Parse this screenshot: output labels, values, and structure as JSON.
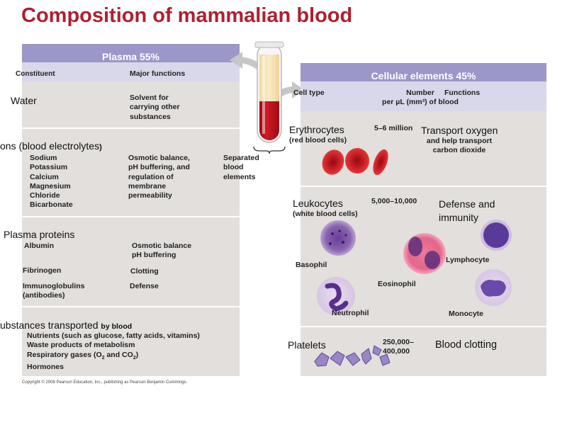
{
  "title": "Composition of mammalian blood",
  "plasma": {
    "header": "Plasma 55%",
    "col_constituent": "Constituent",
    "col_functions": "Major functions",
    "water": {
      "label": "Water",
      "function": "Solvent for\ncarrying other\nsubstances"
    },
    "ions": {
      "label": "ons (blood electrolytes",
      "label_paren": ")",
      "items": [
        "Sodium",
        "Potassium",
        "Calcium",
        "Magnesium",
        "Chloride",
        "Bicarbonate"
      ],
      "function": "Osmotic balance,\npH buffering, and\nregulation of\nmembrane\npermeability"
    },
    "proteins": {
      "label": "Plasma proteins",
      "albumin": "Albumin",
      "albumin_function": "Osmotic balance\npH buffering",
      "fibrinogen": "Fibrinogen",
      "fibrinogen_function": "Clotting",
      "immunoglobulins": "Immunoglobulins\n(antibodies)",
      "immunoglobulins_function": "Defense"
    },
    "transported": {
      "label": "ubstances transported",
      "label_suffix": "by blood",
      "items": [
        "Nutrients (such as glucose, fatty acids, vitamins)",
        "Waste products of metabolism",
        "Hormones"
      ],
      "gases_prefix": "Respiratory gases (O",
      "gases_mid": " and CO",
      "gases_suffix": ")",
      "subscript": "2"
    }
  },
  "separated_label": "Separated\nblood\nelements",
  "cellular": {
    "header": "Cellular elements 45%",
    "col_cell_type": "Cell type",
    "col_number": "Number\nper µL (mm³) of blood",
    "col_functions": "Functions",
    "erythrocytes": {
      "label": "Erythrocytes",
      "sublabel": "(red blood cells)",
      "number": "5–6 million",
      "function_main": "Transport oxygen",
      "function_sub": "and help transport\ncarbon dioxide"
    },
    "leukocytes": {
      "label": "Leukocytes",
      "sublabel": "(white blood cells)",
      "number": "5,000–10,000",
      "function": "Defense and\nimmunity",
      "cells": [
        "Basophil",
        "Lymphocyte",
        "Eosinophil",
        "Neutrophil",
        "Monocyte"
      ]
    },
    "platelets": {
      "label": "Platelets",
      "number": "250,000–\n400,000",
      "function": "Blood clotting"
    }
  },
  "copyright": "Copyright © 2008 Pearson Education, Inc., publishing as Pearson Benjamin Cummings.",
  "colors": {
    "title": "#b01f2e",
    "header": "#9b97c9",
    "subheader": "#d9d7ea",
    "panel": "#e2dfdc",
    "blood": "#c8101e"
  }
}
